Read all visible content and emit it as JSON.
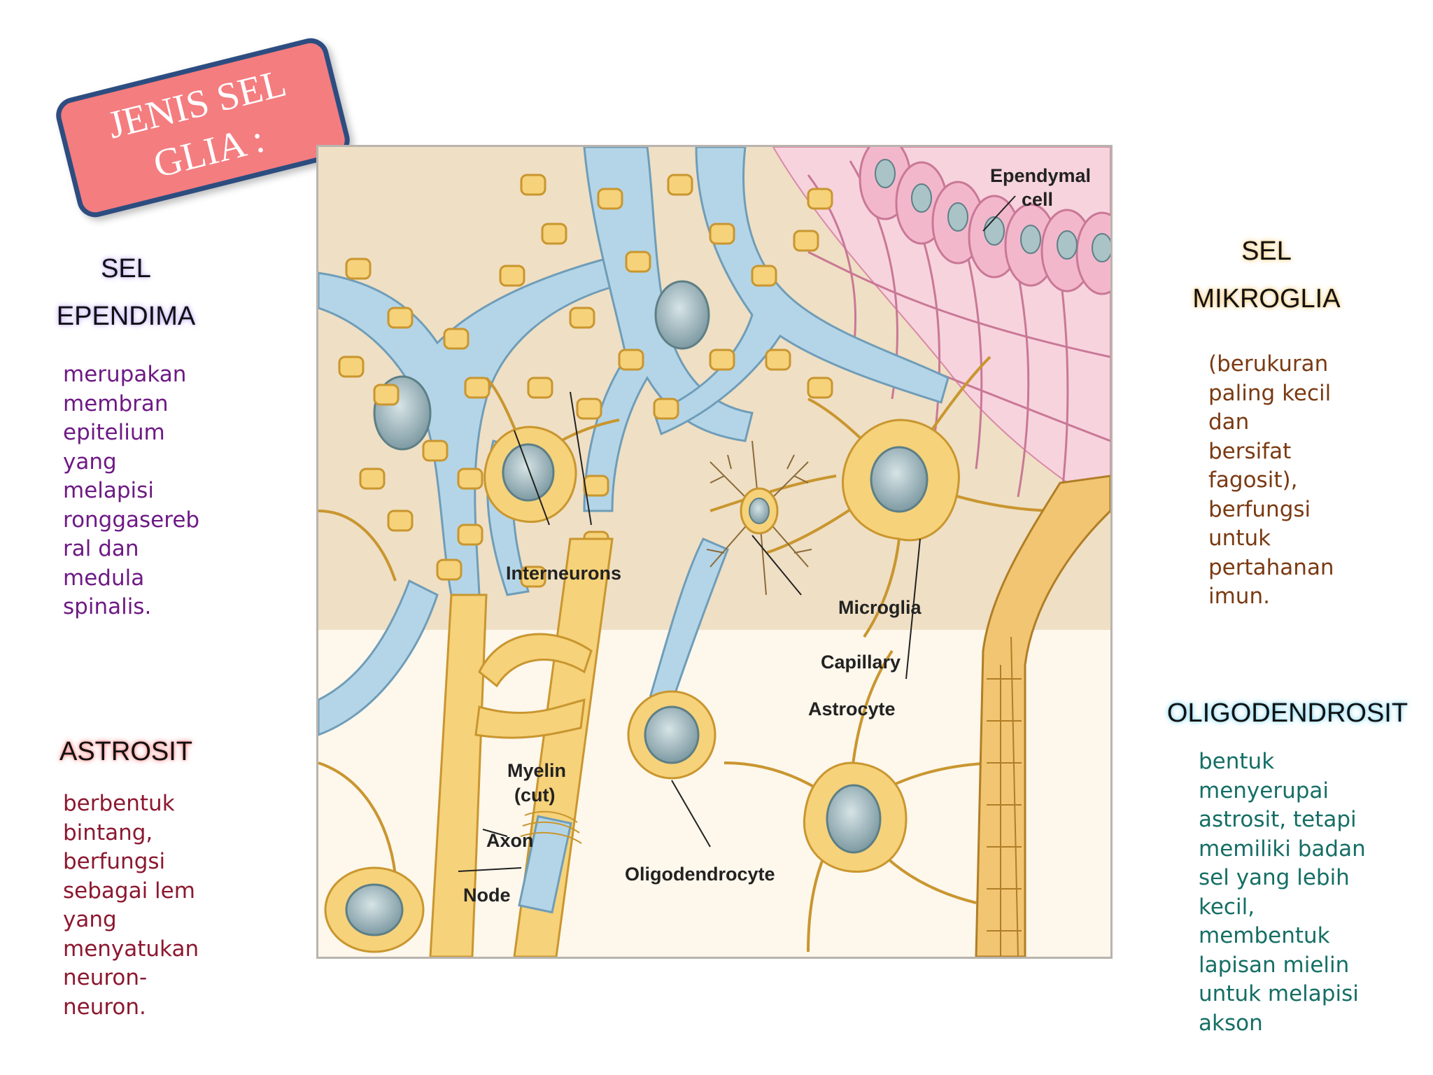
{
  "title": {
    "line1": "JENIS SEL",
    "line2": "GLIA :"
  },
  "sections": {
    "ependima": {
      "heading_line1": "SEL",
      "heading_line2": "EPENDIMA",
      "text": "merupakan\nmembran\nepitelium\nyang\nmelapisi\nronggasereb\nral dan\nmedula\nspinalis."
    },
    "astrosit": {
      "heading": "ASTROSIT",
      "text": "berbentuk\nbintang,\nberfungsi\nsebagai lem\nyang\nmenyatukan\nneuron-\nneuron."
    },
    "mikroglia": {
      "heading_line1": "SEL",
      "heading_line2": "MIKROGLIA",
      "text": "(berukuran\npaling kecil\ndan\nbersifat\nfagosit),\nberfungsi\nuntuk\npertahanan\nimun."
    },
    "oligodendrosit": {
      "heading": "OLIGODENDROSIT",
      "text": "bentuk\nmenyerupai\nastrosit, tetapi\nmemiliki badan\nsel yang lebih\nkecil,\nmembentuk\nlapisan mielin\nuntuk melapisi\nakson"
    }
  },
  "diagram": {
    "labels": {
      "ependymal_line1": "Ependymal",
      "ependymal_line2": "cell",
      "interneurons": "Interneurons",
      "microglia": "Microglia",
      "capillary": "Capillary",
      "astrocyte": "Astrocyte",
      "myelin_line1": "Myelin",
      "myelin_line2": "(cut)",
      "axon": "Axon",
      "node": "Node",
      "oligodendrocyte": "Oligodendrocyte"
    },
    "colors": {
      "background_top": "#efdfc4",
      "background_bottom": "#fdf7ec",
      "neuron_blue": "#b4d5e8",
      "glia_yellow": "#f6d27a",
      "glia_outline": "#c9962f",
      "nucleus": "#9fb8bf",
      "ependymal_pink": "#f3b7cc"
    }
  }
}
